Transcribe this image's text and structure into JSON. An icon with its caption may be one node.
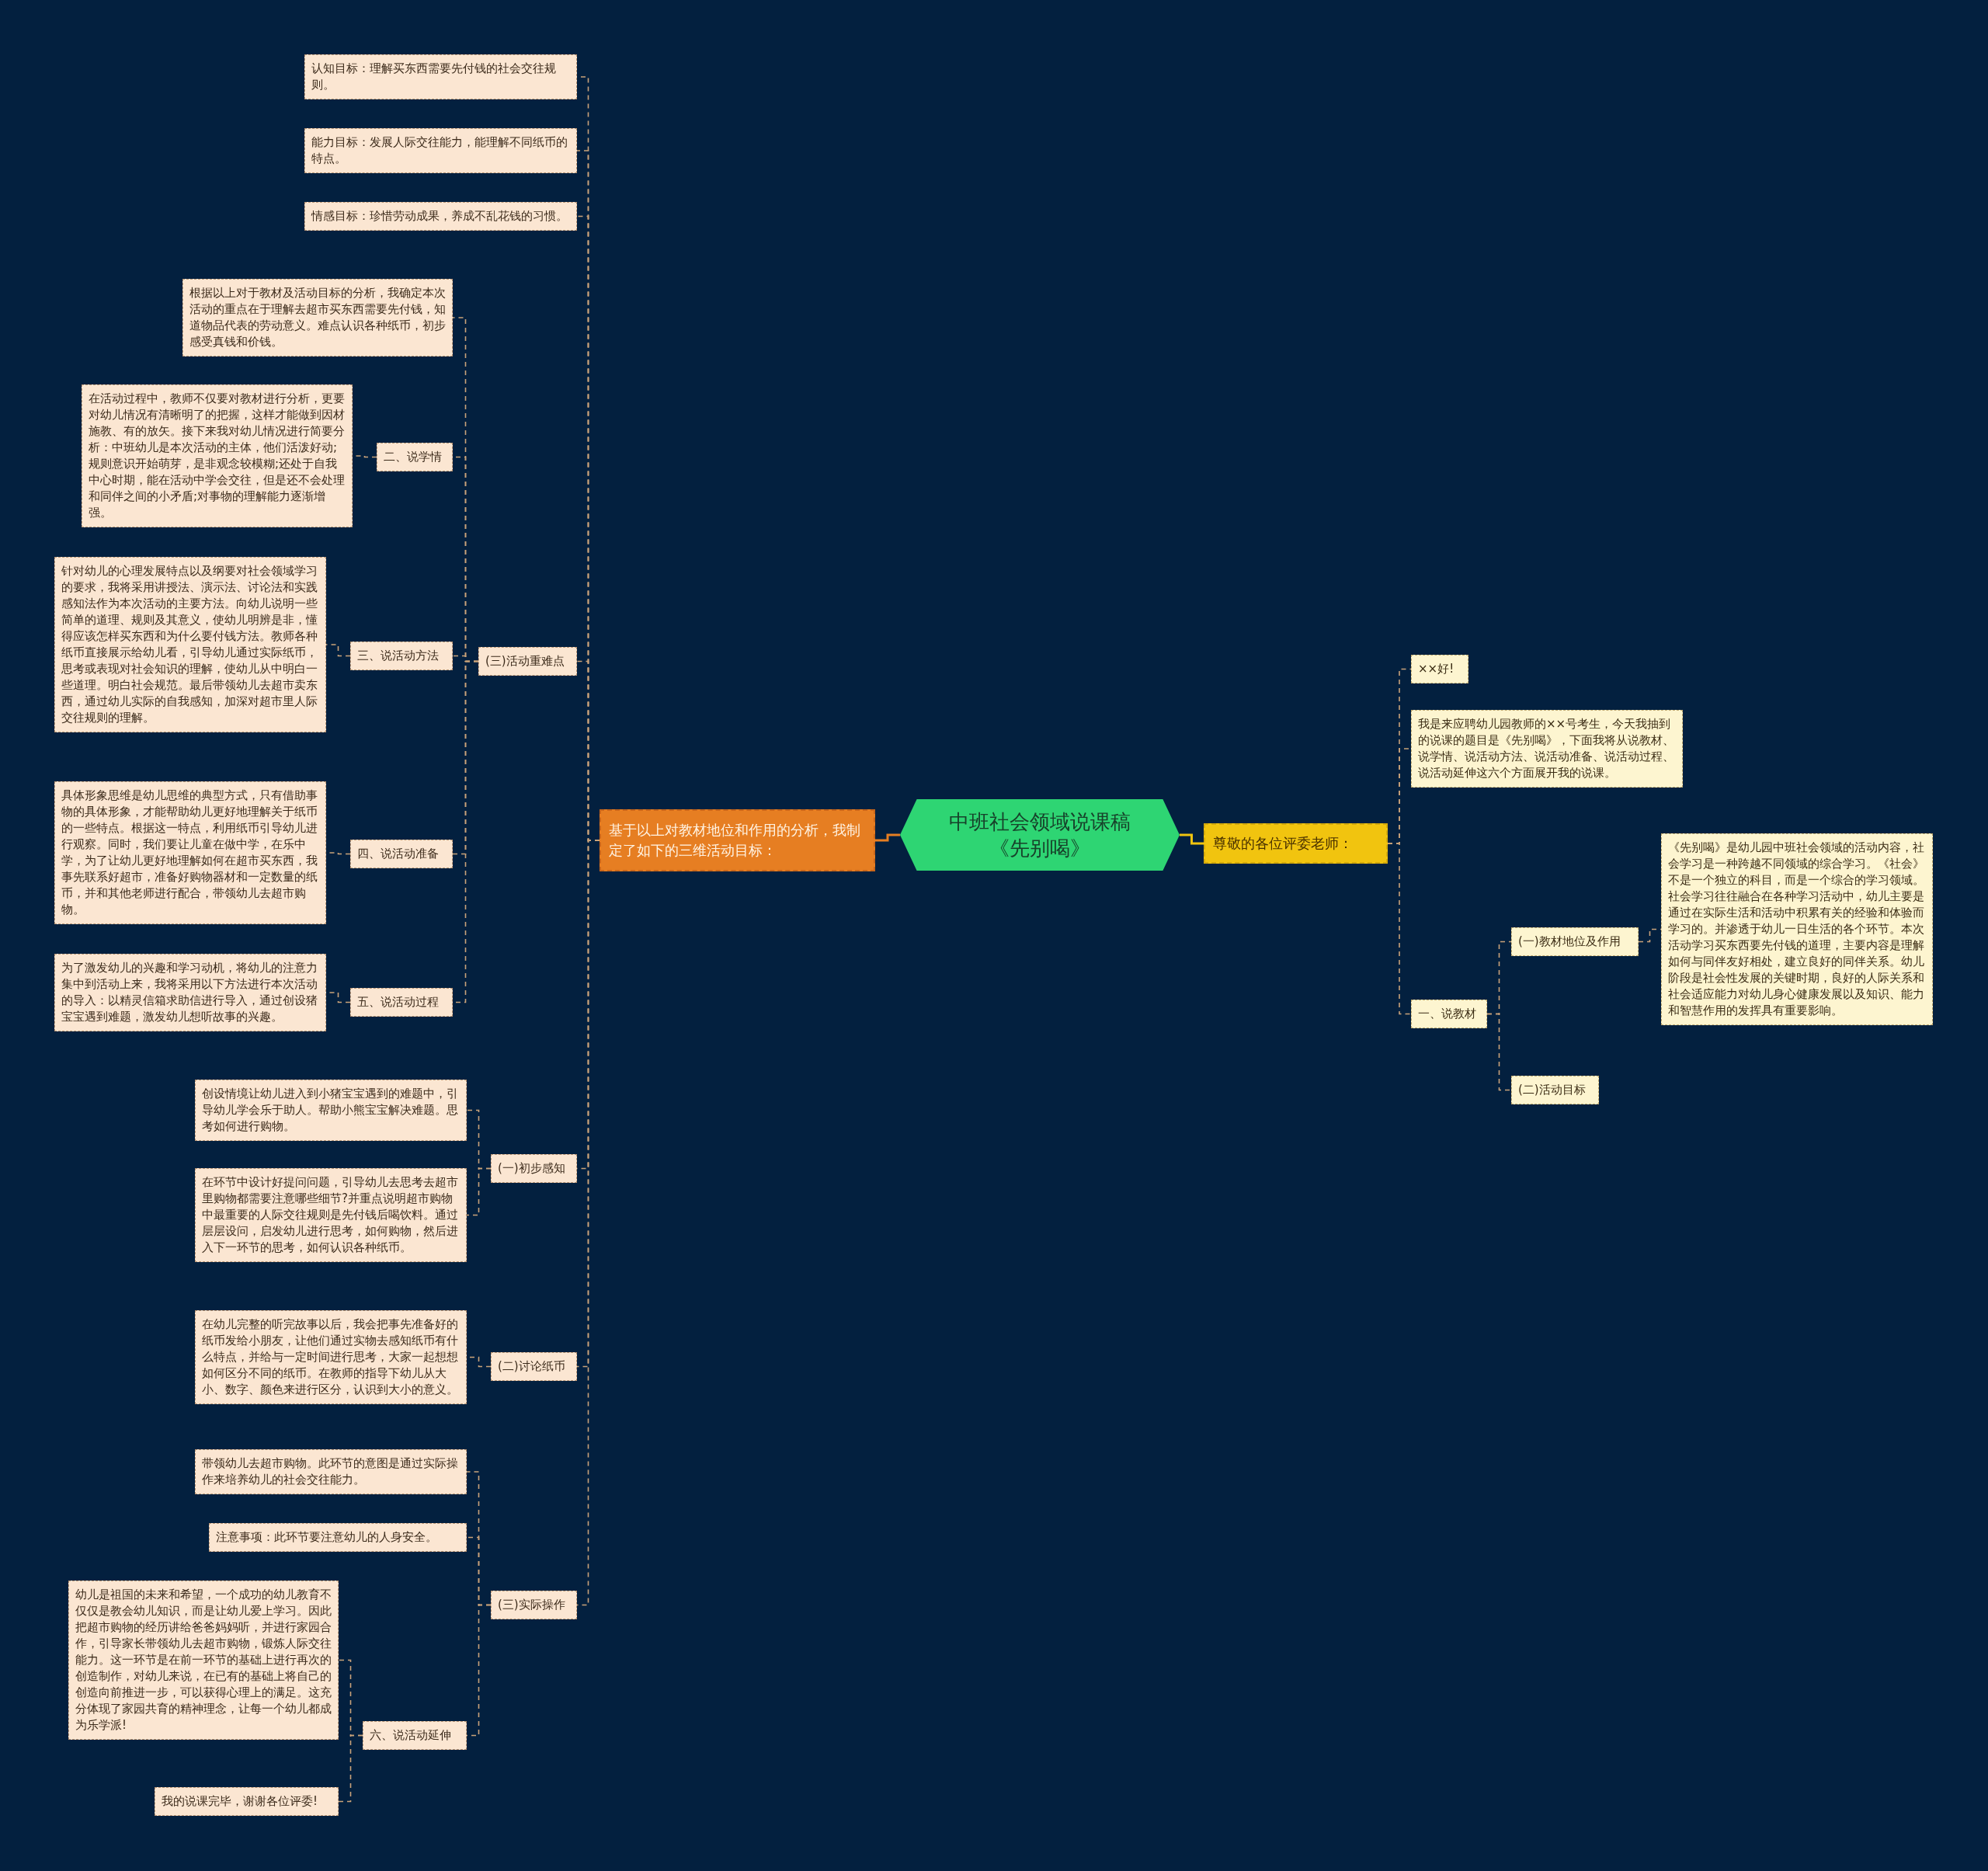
{
  "diagram": {
    "nodes": [
      {
        "text": [
          "中班社会领域说课稿《先别喝》"
        ]
      },
      {
        "text": [
          "尊敬的各位评委老师："
        ]
      },
      {
        "text": [
          "××好!"
        ]
      },
      {
        "text": [
          "我是来应聘幼儿园教师的××号考生，今天我抽到的说课的题目是《先别喝》，下面我将从说教材、说学情、说活动方法、说活动准备、说活动过程、说活动延伸这六个方面展开我的说课。"
        ]
      },
      {
        "text": [
          "一、说教材"
        ]
      },
      {
        "text": [
          "(一)教材地位及作用"
        ]
      },
      {
        "text": [
          "《先别喝》是幼儿园中班社会领域的活动内容，社会学习是一种跨越不同领域的综合学习。《社会》不是一个独立的科目，而是一个综合的学习领域。社会学习往往融合在各种学习活动中，幼儿主要是通过在实际生活和活动中积累有关的经验和体验而学习的。并渗透于幼儿一日生活的各个环节。本次活动学习买东西要先付钱的道理，主要内容是理解如何与同伴友好相处，建立良好的同伴关系。幼儿阶段是社会性发展的关键时期，良好的人际关系和社会适应能力对幼儿身心健康发展以及知识、能力和智慧作用的发挥具有重要影响。"
        ]
      },
      {
        "text": [
          "(二)活动目标"
        ]
      },
      {
        "text": [
          "基于以上对教材地位和作用的分析，我制定了如下的三维活动目标："
        ]
      },
      {
        "text": [
          "认知目标：理解买东西需要先付钱的社会交往规则。"
        ]
      },
      {
        "text": [
          "能力目标：发展人际交往能力，能理解不同纸币的特点。"
        ]
      },
      {
        "text": [
          "情感目标：珍惜劳动成果，养成不乱花钱的习惯。"
        ]
      },
      {
        "text": [
          "(三)活动重难点"
        ]
      },
      {
        "text": [
          "根据以上对于教材及活动目标的分析，我确定本次活动的重点在于理解去超市买东西需要先付钱，知道物品代表的劳动意义。难点认识各种纸币，初步感受真钱和价钱。"
        ]
      },
      {
        "text": [
          "二、说学情"
        ]
      },
      {
        "text": [
          "在活动过程中，教师不仅要对教材进行分析，更要对幼儿情况有清晰明了的把握，这样才能做到因材施教、有的放矢。接下来我对幼儿情况进行简要分析：中班幼儿是本次活动的主体，他们活泼好动;规则意识开始萌芽，是非观念较模糊;还处于自我中心时期，能在活动中学会交往，但是还不会处理和同伴之间的小矛盾;对事物的理解能力逐渐增强。"
        ]
      },
      {
        "text": [
          "三、说活动方法"
        ]
      },
      {
        "text": [
          "针对幼儿的心理发展特点以及纲要对社会领域学习的要求，我将采用讲授法、演示法、讨论法和实践感知法作为本次活动的主要方法。向幼儿说明一些简单的道理、规则及其意义，使幼儿明辨是非，懂得应该怎样买东西和为什么要付钱方法。教师各种纸币直接展示给幼儿看，引导幼儿通过实际纸币，思考或表现对社会知识的理解，使幼儿从中明白一些道理。明白社会规范。最后带领幼儿去超市卖东西，通过幼儿实际的自我感知，加深对超市里人际交往规则的理解。"
        ]
      },
      {
        "text": [
          "四、说活动准备"
        ]
      },
      {
        "text": [
          "具体形象思维是幼儿思维的典型方式，只有借助事物的具体形象，才能帮助幼儿更好地理解关于纸币的一些特点。根据这一特点，利用纸币引导幼儿进行观察。同时，我们要让儿童在做中学，在乐中学，为了让幼儿更好地理解如何在超市买东西，我事先联系好超市，准备好购物器材和一定数量的纸币，并和其他老师进行配合，带领幼儿去超市购物。"
        ]
      },
      {
        "text": [
          "五、说活动过程"
        ]
      },
      {
        "text": [
          "为了激发幼儿的兴趣和学习动机，将幼儿的注意力集中到活动上来，我将采用以下方法进行本次活动的导入：以精灵信箱求助信进行导入，通过创设猪宝宝遇到难题，激发幼儿想听故事的兴趣。"
        ]
      },
      {
        "text": [
          "(一)初步感知"
        ]
      },
      {
        "text": [
          "创设情境让幼儿进入到小猪宝宝遇到的难题中，引导幼儿学会乐于助人。帮助小熊宝宝解决难题。思考如何进行购物。"
        ]
      },
      {
        "text": [
          "在环节中设计好提问问题，引导幼儿去思考去超市里购物都需要注意哪些细节?并重点说明超市购物中最重要的人际交往规则是先付钱后喝饮料。通过层层设问，启发幼儿进行思考，如何购物，然后进入下一环节的思考，如何认识各种纸币。"
        ]
      },
      {
        "text": [
          "(二)讨论纸币"
        ]
      },
      {
        "text": [
          "在幼儿完整的听完故事以后，我会把事先准备好的纸币发给小朋友，让他们通过实物去感知纸币有什么特点，并给与一定时间进行思考，大家一起想想如何区分不同的纸币。在教师的指导下幼儿从大小、数字、颜色来进行区分，认识到大小的意义。"
        ]
      },
      {
        "text": [
          "(三)实际操作"
        ]
      },
      {
        "text": [
          "带领幼儿去超市购物。此环节的意图是通过实际操作来培养幼儿的社会交往能力。"
        ]
      },
      {
        "text": [
          "注意事项：此环节要注意幼儿的人身安全。"
        ]
      },
      {
        "text": [
          "六、说活动延伸"
        ]
      },
      {
        "text": [
          "幼儿是祖国的未来和希望，一个成功的幼儿教育不仅仅是教会幼儿知识，而是让幼儿爱上学习。因此把超市购物的经历讲给爸爸妈妈听，并进行家园合作，引导家长带领幼儿去超市购物，锻炼人际交往能力。这一环节是在前一环节的基础上进行再次的创造制作，对幼儿来说，在已有的基础上将自己的创造向前推进一步，可以获得心理上的满足。这充分体现了家园共育的精神理念，让每一个幼儿都成为乐学派!"
        ]
      },
      {
        "text": [
          "我的说课完毕，谢谢各位评委!"
        ]
      }
    ],
    "edges": [
      {
        "from": 0,
        "to": 1,
        "arrow": "none",
        "color": "#f1c40f"
      },
      {
        "from": 1,
        "to": 2,
        "arrow": "none",
        "style": "dashed"
      },
      {
        "from": 1,
        "to": 3,
        "arrow": "none",
        "style": "dashed"
      },
      {
        "from": 1,
        "to": 4,
        "arrow": "none",
        "style": "dashed"
      },
      {
        "from": 4,
        "to": 5,
        "arrow": "none",
        "style": "dashed"
      },
      {
        "from": 5,
        "to": 6,
        "arrow": "none",
        "style": "dashed"
      },
      {
        "from": 4,
        "to": 7,
        "arrow": "none",
        "style": "dashed"
      },
      {
        "from": 0,
        "to": 8,
        "arrow": "none",
        "color": "#e67e22"
      },
      {
        "from": 8,
        "to": 9,
        "arrow": "none",
        "style": "dashed"
      },
      {
        "from": 8,
        "to": 10,
        "arrow": "none",
        "style": "dashed"
      },
      {
        "from": 8,
        "to": 11,
        "arrow": "none",
        "style": "dashed"
      },
      {
        "from": 8,
        "to": 12,
        "arrow": "none",
        "style": "dashed"
      },
      {
        "from": 12,
        "to": 13,
        "arrow": "none",
        "style": "dashed"
      },
      {
        "from": 12,
        "to": 14,
        "arrow": "none",
        "style": "dashed"
      },
      {
        "from": 14,
        "to": 15,
        "arrow": "none",
        "style": "dashed"
      },
      {
        "from": 12,
        "to": 16,
        "arrow": "none",
        "style": "dashed"
      },
      {
        "from": 16,
        "to": 17,
        "arrow": "none",
        "style": "dashed"
      },
      {
        "from": 12,
        "to": 18,
        "arrow": "none",
        "style": "dashed"
      },
      {
        "from": 18,
        "to": 19,
        "arrow": "none",
        "style": "dashed"
      },
      {
        "from": 12,
        "to": 20,
        "arrow": "none",
        "style": "dashed"
      },
      {
        "from": 20,
        "to": 21,
        "arrow": "none",
        "style": "dashed"
      },
      {
        "from": 8,
        "to": 22,
        "arrow": "none",
        "style": "dashed"
      },
      {
        "from": 22,
        "to": 23,
        "arrow": "none",
        "style": "dashed"
      },
      {
        "from": 22,
        "to": 24,
        "arrow": "none",
        "style": "dashed"
      },
      {
        "from": 8,
        "to": 25,
        "arrow": "none",
        "style": "dashed"
      },
      {
        "from": 25,
        "to": 26,
        "arrow": "none",
        "style": "dashed"
      },
      {
        "from": 8,
        "to": 27,
        "arrow": "none",
        "style": "dashed"
      },
      {
        "from": 27,
        "to": 28,
        "arrow": "none",
        "style": "dashed"
      },
      {
        "from": 27,
        "to": 29,
        "arrow": "none",
        "style": "dashed"
      },
      {
        "from": 27,
        "to": 30,
        "arrow": "none",
        "style": "dashed"
      },
      {
        "from": 30,
        "to": 31,
        "arrow": "none",
        "style": "dashed"
      },
      {
        "from": 30,
        "to": 32,
        "arrow": "none",
        "style": "dashed"
      }
    ]
  }
}
